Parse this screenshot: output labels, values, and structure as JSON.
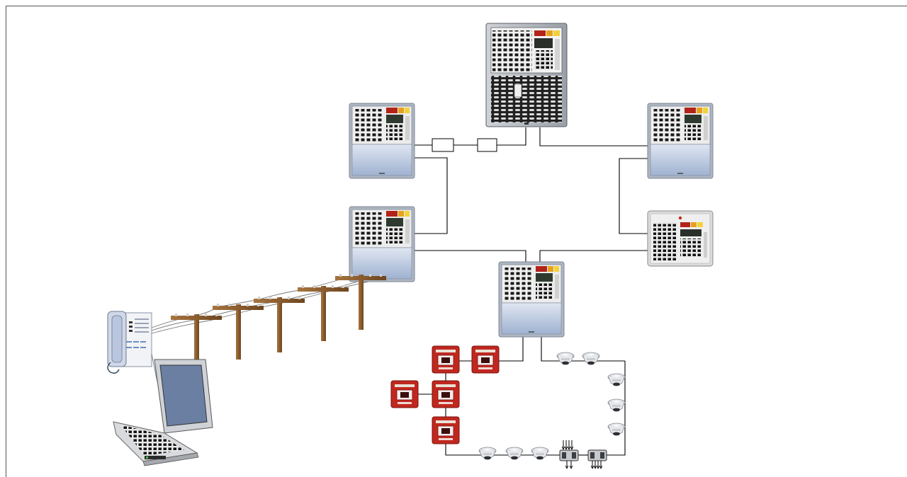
{
  "diagram": {
    "nodes": [
      {
        "id": "main-panel",
        "kind": "main-fire-panel"
      },
      {
        "id": "panel-upper-left",
        "kind": "fire-panel"
      },
      {
        "id": "panel-upper-right",
        "kind": "fire-panel"
      },
      {
        "id": "panel-mid-left",
        "kind": "fire-panel"
      },
      {
        "id": "panel-right-compact",
        "kind": "compact-fire-panel"
      },
      {
        "id": "panel-bottom",
        "kind": "fire-panel"
      },
      {
        "id": "phone",
        "kind": "telephone"
      },
      {
        "id": "laptop",
        "kind": "laptop"
      },
      {
        "id": "poles",
        "kind": "telephone-line",
        "count": 5
      },
      {
        "id": "call-points",
        "kind": "manual-call-point",
        "count": 5
      },
      {
        "id": "smoke-detectors",
        "kind": "smoke-detector",
        "count": 8
      },
      {
        "id": "loop-modules",
        "kind": "io-module",
        "count": 2
      },
      {
        "id": "link-repeaters",
        "kind": "repeater",
        "count": 2
      }
    ],
    "colors": {
      "panel_body": "#c7d3e8",
      "panel_frame": "#a9b3c4",
      "call_point": "#c0281f",
      "pole": "#8b5a2b",
      "wire": "#000000"
    }
  }
}
